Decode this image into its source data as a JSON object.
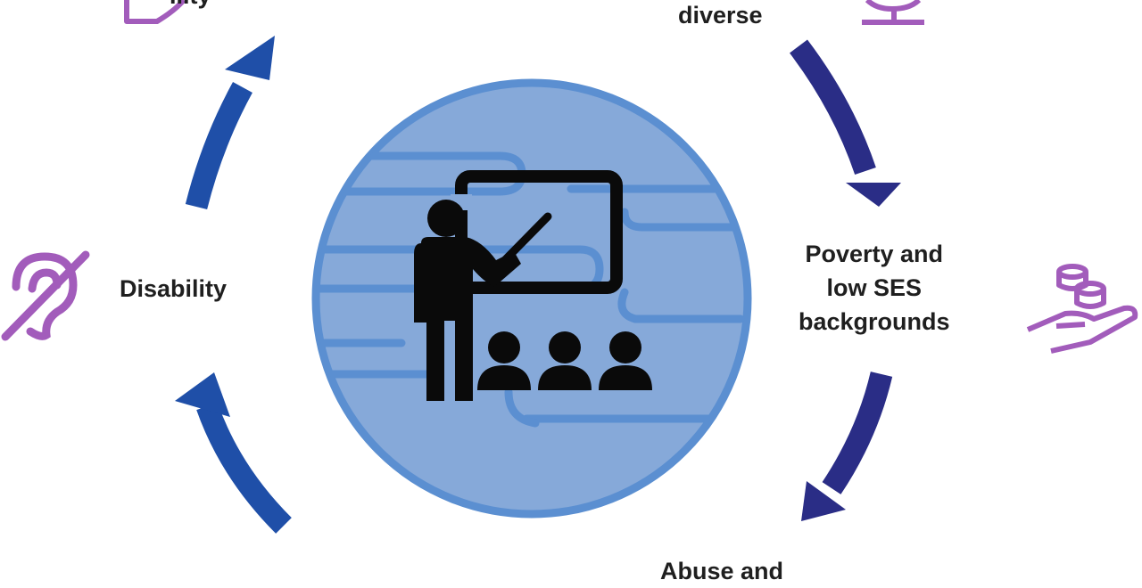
{
  "diagram": {
    "labels": {
      "top_left": "...ty",
      "diverse": "diverse",
      "poverty_line1": "Poverty and",
      "poverty_line2": "low SES",
      "poverty_line3": "backgrounds",
      "disability": "Disability",
      "abuse": "Abuse and"
    },
    "colors": {
      "circle_fill": "#86a9d9",
      "circle_stroke": "#5b8fd1",
      "teacher_icon": "#0a0a0a",
      "arrow_blue": "#1f4fa8",
      "arrow_navy": "#2a2d86",
      "icon_purple": "#a25cbb"
    },
    "icons": [
      "flag-icon",
      "globe-icon",
      "teacher-with-students-icon",
      "hearing-disabled-icon",
      "coins-in-hand-icon"
    ]
  }
}
